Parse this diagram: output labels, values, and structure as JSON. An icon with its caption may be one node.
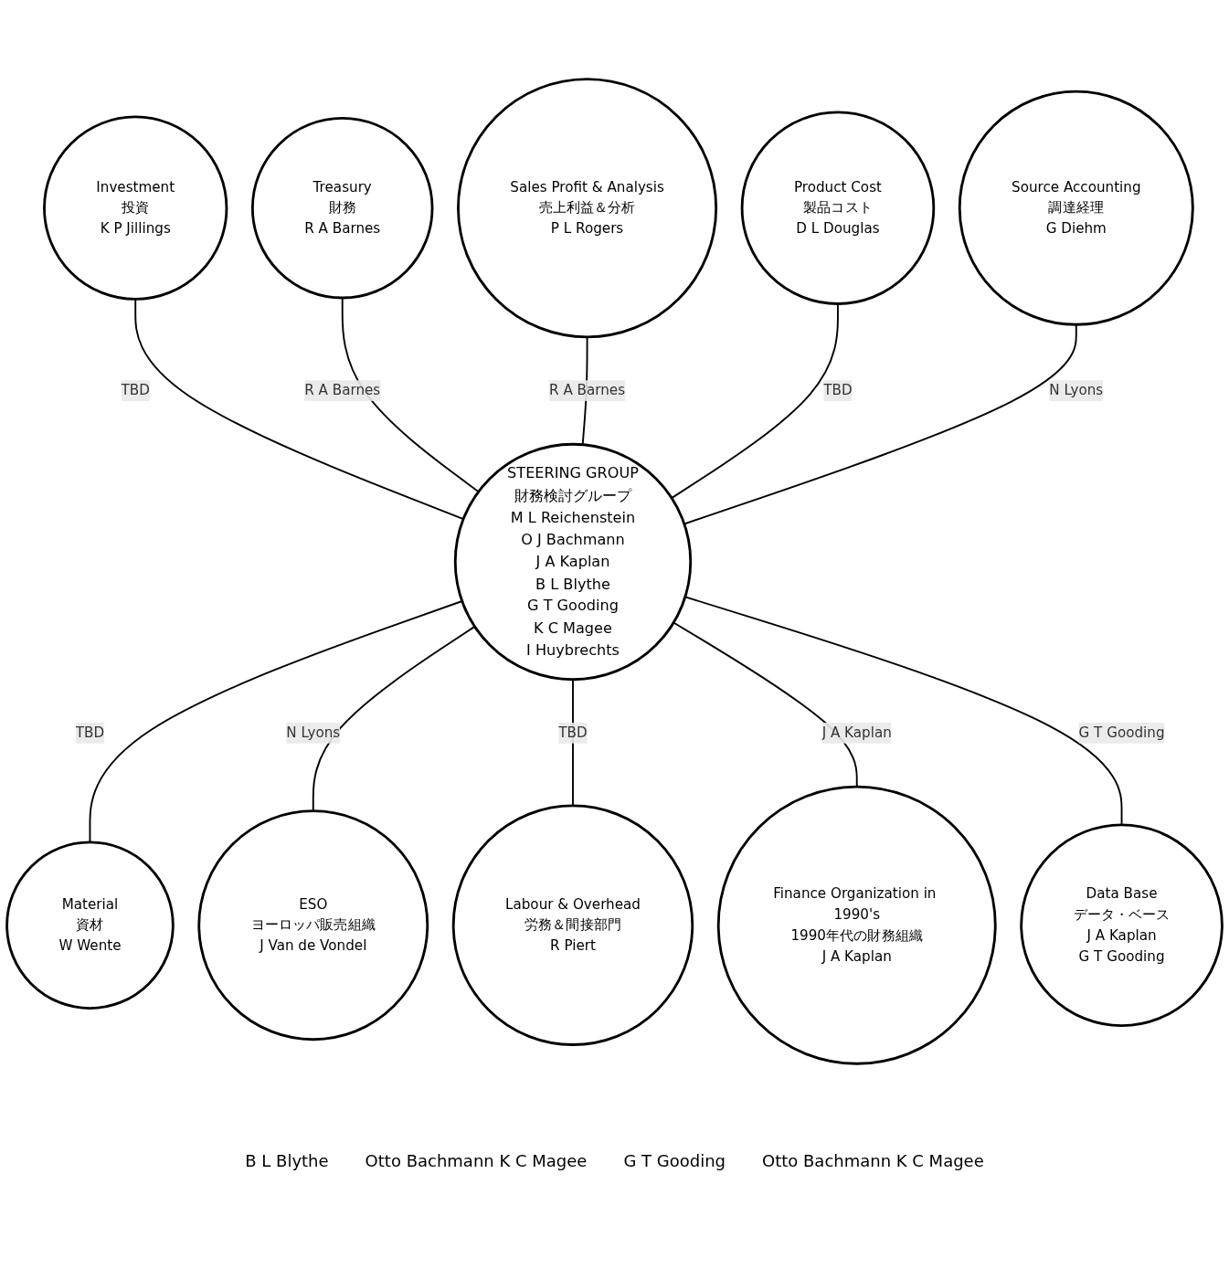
{
  "diagram": {
    "nodes": [
      {
        "text": [
          "STEERING GROUP",
          "財務検討グループ",
          "M L Reichenstein",
          "O J Bachmann",
          "J A Kaplan",
          "B L Blythe",
          "G T Gooding",
          "K C Magee",
          "I Huybrechts"
        ]
      },
      {
        "text": [
          "Investment",
          "投資",
          "K P Jillings"
        ]
      },
      {
        "text": [
          "Treasury",
          "財務",
          "R A Barnes"
        ]
      },
      {
        "text": [
          "Sales Profit & Analysis",
          "売上利益＆分析",
          "P L Rogers"
        ]
      },
      {
        "text": [
          "Product Cost",
          "製品コスト",
          "D L Douglas"
        ]
      },
      {
        "text": [
          "Source Accounting",
          "調達経理",
          "G Diehm"
        ]
      },
      {
        "text": [
          "Material",
          "資材",
          "W Wente"
        ]
      },
      {
        "text": [
          "ESO",
          "ヨーロッパ販売組織",
          "J Van de Vondel"
        ]
      },
      {
        "text": [
          "Labour & Overhead",
          "労務＆間接部門",
          "R Piert"
        ]
      },
      {
        "text": [
          "Finance Organization in 1990's",
          "1990年代の財務組織",
          "J A Kaplan"
        ]
      },
      {
        "text": [
          "Data Base",
          "データ・ベース",
          "J A Kaplan",
          "G T Gooding"
        ]
      }
    ],
    "edges": [
      {
        "from": 1,
        "to": 0,
        "arrow": "none",
        "label": "TBD"
      },
      {
        "from": 2,
        "to": 0,
        "arrow": "none",
        "label": "R A Barnes"
      },
      {
        "from": 3,
        "to": 0,
        "arrow": "none",
        "label": "R A Barnes"
      },
      {
        "from": 4,
        "to": 0,
        "arrow": "none",
        "label": "TBD"
      },
      {
        "from": 5,
        "to": 0,
        "arrow": "none",
        "label": "N Lyons"
      },
      {
        "from": 0,
        "to": 6,
        "arrow": "none",
        "label": "TBD"
      },
      {
        "from": 0,
        "to": 7,
        "arrow": "none",
        "label": "N Lyons"
      },
      {
        "from": 0,
        "to": 8,
        "arrow": "none",
        "label": "TBD"
      },
      {
        "from": 0,
        "to": 9,
        "arrow": "none",
        "label": "J A Kaplan"
      },
      {
        "from": 0,
        "to": 10,
        "arrow": "none",
        "label": "G T Gooding"
      }
    ],
    "labels": [
      "B L Blythe",
      "Otto Bachmann K C Magee",
      "G T Gooding",
      "Otto Bachmann K C Magee"
    ]
  }
}
